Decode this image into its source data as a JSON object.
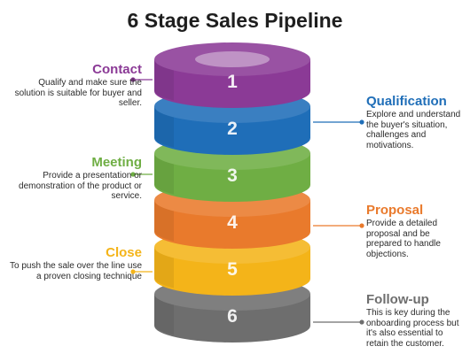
{
  "title": "6 Stage Sales Pipeline",
  "stages": [
    {
      "number": "1",
      "name": "Contact",
      "desc": "Qualify and make sure the solution is suitable for buyer and seller.",
      "color": "#8b3a96"
    },
    {
      "number": "2",
      "name": "Qualification",
      "desc": "Explore and understand the buyer's situation, challenges and motivations.",
      "color": "#1f6eb8"
    },
    {
      "number": "3",
      "name": "Meeting",
      "desc": "Provide a presentation or demonstration of the product or service.",
      "color": "#6fae44"
    },
    {
      "number": "4",
      "name": "Proposal",
      "desc": "Provide a detailed proposal and be prepared to handle objections.",
      "color": "#e97a2c"
    },
    {
      "number": "5",
      "name": "Close",
      "desc": "To push the sale over the line use a proven closing technique",
      "color": "#f4b419"
    },
    {
      "number": "6",
      "name": "Follow-up",
      "desc": "This is key during the onboarding process but it's also essential to retain the customer.",
      "color": "#6e6e6e"
    }
  ]
}
